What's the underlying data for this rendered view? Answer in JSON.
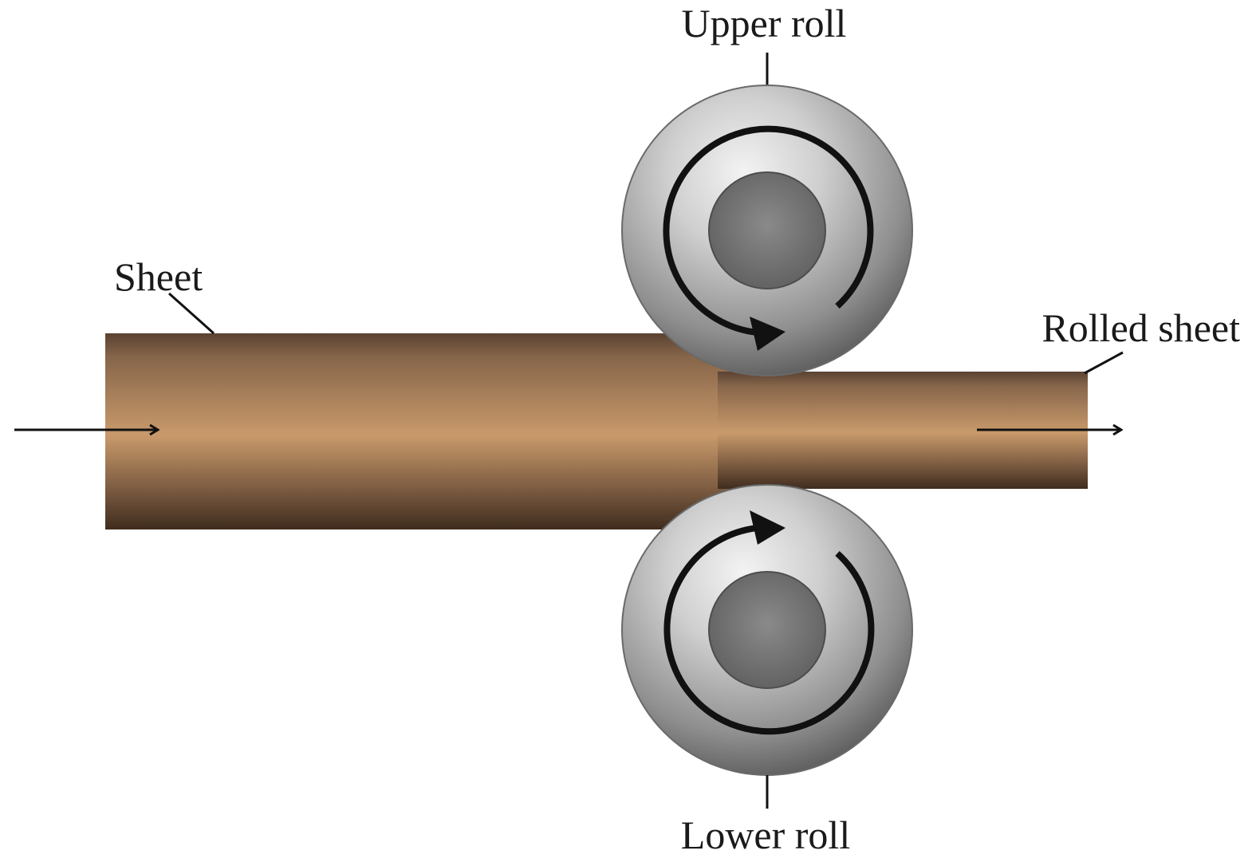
{
  "labels": {
    "upper_roll": "Upper roll",
    "lower_roll": "Lower roll",
    "sheet": "Sheet",
    "rolled_sheet": "Rolled sheet"
  },
  "colors": {
    "sheet_dark": "#4a3423",
    "sheet_light": "#c99a6b",
    "roll_light": "#ededed",
    "roll_dark": "#6e6e6e",
    "hub": "#767676",
    "arrow": "#111111",
    "text": "#1a1a1a"
  }
}
